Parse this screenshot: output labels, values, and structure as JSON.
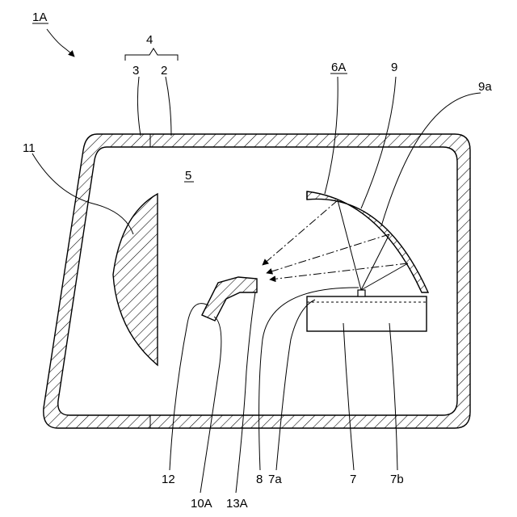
{
  "figure_label": "1A",
  "labels": {
    "l4": "4",
    "l3": "3",
    "l2": "2",
    "l5": "5",
    "l6A": "6A",
    "l9": "9",
    "l9a": "9a",
    "l11": "11",
    "l12": "12",
    "l10A": "10A",
    "l13A": "13A",
    "l8": "8",
    "l7a": "7a",
    "l7": "7",
    "l7b": "7b"
  }
}
